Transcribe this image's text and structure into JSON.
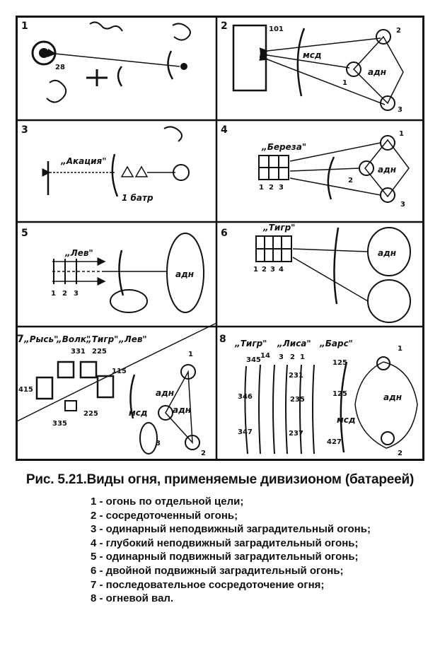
{
  "panels": [
    {
      "id": "1",
      "number": "1",
      "labels": [
        "28"
      ]
    },
    {
      "id": "2",
      "number": "2",
      "labels": [
        "101",
        "мсд",
        "адн",
        "1",
        "2",
        "3"
      ]
    },
    {
      "id": "3",
      "number": "3",
      "labels": [
        "„Акация\"",
        "1 батр"
      ]
    },
    {
      "id": "4",
      "number": "4",
      "labels": [
        "„Береза\"",
        "адн",
        "1",
        "2",
        "3",
        "1",
        "2",
        "3"
      ]
    },
    {
      "id": "5",
      "number": "5",
      "labels": [
        "„Лев\"",
        "адн",
        "1",
        "2",
        "3"
      ]
    },
    {
      "id": "6",
      "number": "6",
      "labels": [
        "„Тигр\"",
        "адн",
        "1",
        "2",
        "3",
        "4"
      ]
    },
    {
      "id": "7",
      "number": "7",
      "labels": [
        "„Рысь\"",
        "„Волк\"",
        "„Тигр\"",
        "„Лев\"",
        "331",
        "225",
        "115",
        "415",
        "335",
        "225",
        "адн",
        "адн",
        "мсд",
        "1",
        "2",
        "3"
      ]
    },
    {
      "id": "8",
      "number": "8",
      "labels": [
        "„Тигр\"",
        "„Лиса\"",
        "„Барс\"",
        "345",
        "14",
        "3",
        "2",
        "1",
        "125",
        "231",
        "346",
        "235",
        "125",
        "347",
        "237",
        "427",
        "адн",
        "мсд",
        "1",
        "2"
      ]
    }
  ],
  "caption": "Рис. 5.21.Виды огня, применяемые дивизионом (батареей)",
  "legend": [
    "1 - огонь по отдельной цели;",
    "2 - сосредоточенный огонь;",
    "3 - одинарный неподвижный заградительный огонь;",
    "4 - глубокий неподвижный заградительный огонь;",
    "5 - одинарный подвижный заградительный огонь;",
    "6 - двойной подвижный заградительный огонь;",
    "7 - последовательное сосредоточение огня;",
    "8 - огневой вал."
  ]
}
